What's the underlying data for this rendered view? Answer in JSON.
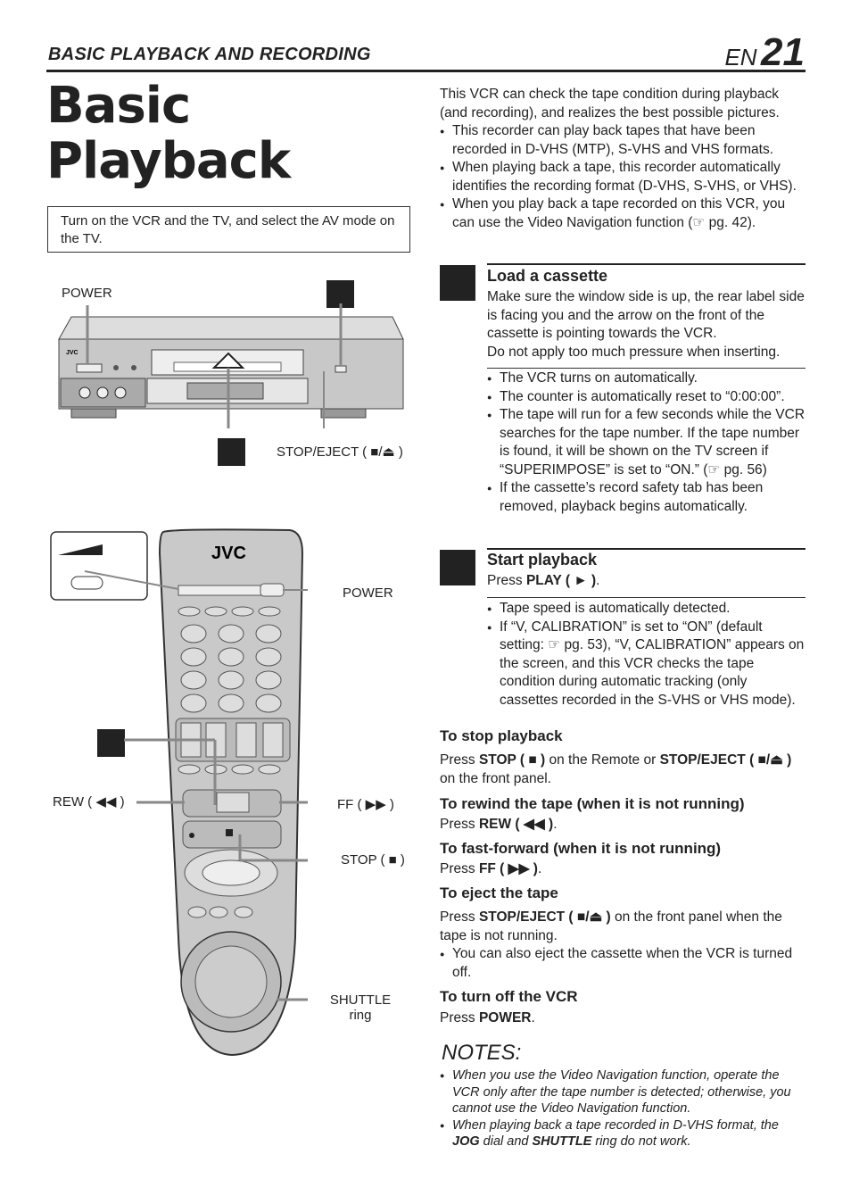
{
  "header": {
    "section": "BASIC PLAYBACK AND RECORDING",
    "lang": "EN",
    "page": "21"
  },
  "title": {
    "line1": "Basic",
    "line2": "Playback"
  },
  "intro_box": "Turn on the VCR and the TV, and select the AV mode on the TV.",
  "vcr_labels": {
    "power": "POWER",
    "stop_eject": "STOP/EJECT ( ■/⏏ )",
    "brand": "JVC"
  },
  "remote_labels": {
    "power": "POWER",
    "rew": "REW ( ◀◀ )",
    "ff": "FF ( ▶▶ )",
    "stop": "STOP ( ■ )",
    "shuttle": "SHUTTLE",
    "ring": "ring",
    "brand": "JVC"
  },
  "intro": {
    "para": "This VCR can check the tape condition during playback (and recording), and realizes the best possible pictures.",
    "bullets": [
      "This recorder can play back tapes that have been recorded in D-VHS (MTP), S-VHS and VHS formats.",
      "When playing back a tape, this recorder automatically identifies the recording format (D-VHS, S-VHS, or VHS).",
      "When you play back a tape recorded on this VCR, you can use the Video Navigation function (☞ pg. 42)."
    ]
  },
  "step1": {
    "title": "Load a cassette",
    "text1": "Make sure the window side is up, the rear label side is facing you and the arrow on the front of the cassette is pointing towards the VCR.",
    "text2": "Do not apply too much pressure when inserting.",
    "bullets": [
      "The VCR turns on automatically.",
      "The counter is automatically reset to “0:00:00”.",
      "The tape will run for a few seconds while the VCR searches for the tape number. If the tape number is found, it will be shown on the TV screen if “SUPERIMPOSE” is set to “ON.” (☞ pg. 56)",
      "If the cassette’s record safety tab has been removed, playback begins automatically."
    ]
  },
  "step2": {
    "title": "Start playback",
    "press": "Press",
    "press_key": "PLAY ( ► )",
    "bullets": [
      "Tape speed is automatically detected.",
      "If “V, CALIBRATION” is set to “ON” (default setting: ☞ pg. 53), “V, CALIBRATION” appears on the screen, and this VCR checks the tape condition during automatic tracking (only cassettes recorded in the S-VHS or VHS mode)."
    ]
  },
  "ops": {
    "stop": {
      "title": "To stop playback",
      "p1": "Press",
      "k1": "STOP ( ■ )",
      "p2": "on the Remote or",
      "k2": "STOP/EJECT ( ■/⏏ )",
      "p3": "on the front panel."
    },
    "rewind": {
      "title": "To rewind the tape (when it is not running)",
      "p": "Press",
      "k": "REW ( ◀◀ )"
    },
    "ff": {
      "title": "To fast-forward (when it is not running)",
      "p": "Press",
      "k": "FF ( ▶▶ )"
    },
    "eject": {
      "title": "To eject the tape",
      "p1": "Press",
      "k1": "STOP/EJECT ( ■/⏏ )",
      "p2": "on the front panel when the tape is not running.",
      "bullet": "You can also eject the cassette when the VCR is turned off."
    },
    "off": {
      "title": "To turn off the VCR",
      "p": "Press",
      "k": "POWER"
    }
  },
  "notes": {
    "heading": "NOTES:",
    "n1": "When you use the Video Navigation function, operate the VCR only after the tape number is detected; otherwise, you cannot use the Video Navigation function.",
    "n2a": "When playing back a tape recorded in D-VHS format, the",
    "n2b": "JOG",
    "n2c": "dial and",
    "n2d": "SHUTTLE",
    "n2e": "ring do not work."
  }
}
